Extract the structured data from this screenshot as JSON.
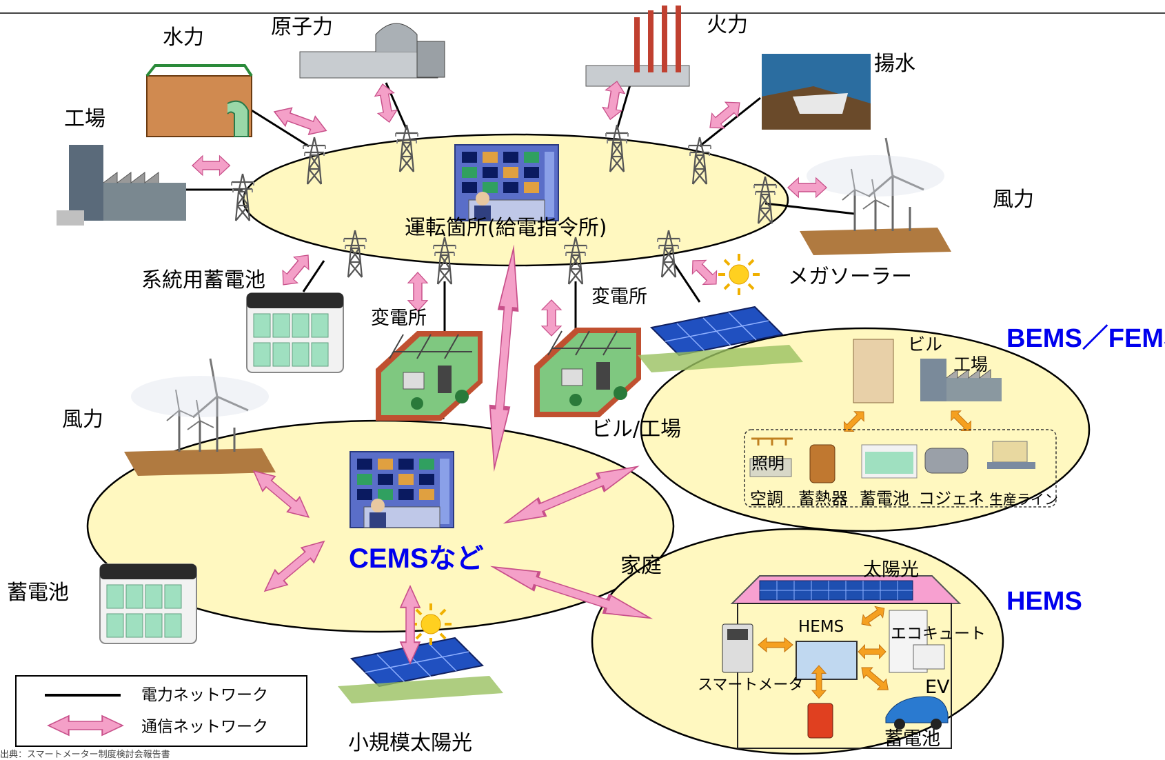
{
  "control_center_top": "運転箇所(給電指令所)",
  "control_center_bottom": "CEMSなど",
  "generators": {
    "hydro": "水力",
    "nuclear": "原子力",
    "thermal": "火力",
    "pumped": "揚水",
    "factory": "工場",
    "wind_top": "風力",
    "mega_solar": "メガソーラー",
    "grid_battery": "系統用蓄電池"
  },
  "substations": [
    "変電所",
    "変電所"
  ],
  "regional": {
    "wind": "風力",
    "battery": "蓄電池",
    "small_solar": "小規模太陽光",
    "building_factory": "ビル/工場",
    "home": "家庭"
  },
  "bems": {
    "title": "BEMS／FEMS",
    "building": "ビル",
    "factory": "工場",
    "lighting": "照明",
    "devices": [
      "空調",
      "蓄熱器",
      "蓄電池",
      "コジェネ",
      "生産ライン"
    ]
  },
  "hems": {
    "title": "HEMS",
    "center": "HEMS",
    "solar": "太陽光",
    "eco_cute": "エコキュート",
    "ev": "EV",
    "smart_meter": "スマートメータ",
    "battery": "蓄電池"
  },
  "legend": {
    "power": "電力ネットワーク",
    "comm": "通信ネットワーク"
  },
  "source_note": "出典：スマートメーター制度検討会報告書",
  "colors": {
    "ellipse_fill": "#fff8c0",
    "arrow_pink": "#f4a0c8",
    "arrow_orange": "#f5a020",
    "title_blue": "#0000ee"
  }
}
